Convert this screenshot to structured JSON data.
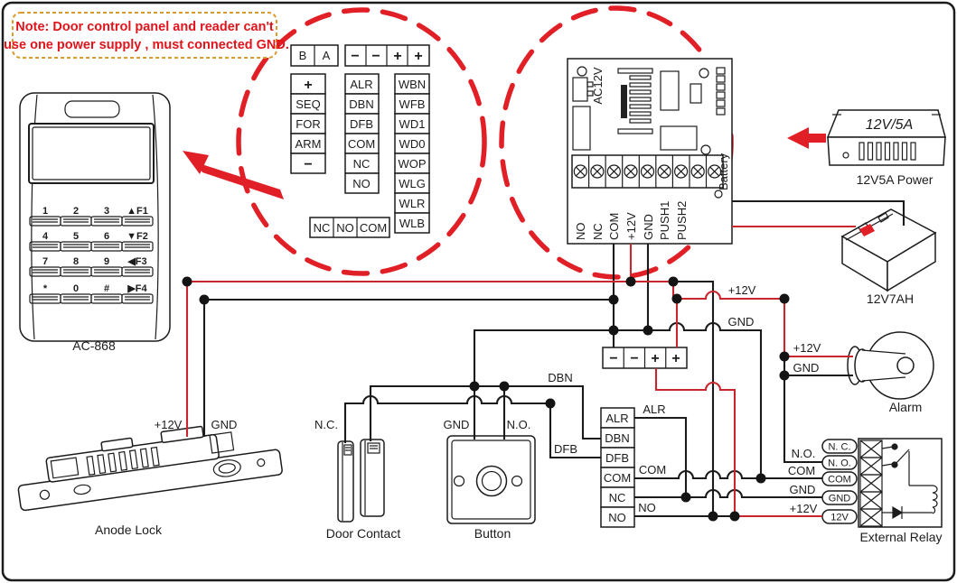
{
  "note": {
    "line1": "Note:  Door control panel and  reader can't",
    "line2": "use one power supply , must connected GND."
  },
  "reader": {
    "name": "AC-868",
    "keys": [
      [
        "1",
        "2",
        "3",
        "▲F1"
      ],
      [
        "4",
        "5",
        "6",
        "▼F2"
      ],
      [
        "7",
        "8",
        "9",
        "◀F3"
      ],
      [
        "*",
        "0",
        "#",
        "▶F4"
      ]
    ]
  },
  "reader_terminals": {
    "comm": [
      "B",
      "A"
    ],
    "power_top": [
      "−",
      "−",
      "+",
      "+"
    ],
    "col1": [
      "+",
      "SEQ",
      "FOR",
      "ARM",
      "−"
    ],
    "col2": [
      "ALR",
      "DBN",
      "DFB",
      "COM",
      "NC",
      "NO"
    ],
    "col3": [
      "WBN",
      "WFB",
      "WD1",
      "WD0",
      "WOP",
      "WLG",
      "WLR",
      "WLB"
    ],
    "bottom": [
      "NC",
      "NO",
      "COM"
    ]
  },
  "board": {
    "ac_label": "AC12V",
    "battery_label": "Battery",
    "terminals": [
      "NO",
      "NC",
      "COM",
      "+12V",
      "GND",
      "PUSH1",
      "PUSH2"
    ]
  },
  "power_supply": {
    "marking": "12V/5A",
    "label": "12V5A Power"
  },
  "battery": {
    "label": "12V7AH"
  },
  "alarm": {
    "label": "Alarm",
    "plus_label": "+12V",
    "gnd_label": "GND"
  },
  "relay": {
    "label": "External Relay",
    "pills": [
      "N. C.",
      "N. O.",
      "COM",
      "GND",
      "12V"
    ],
    "wire_labels": [
      "N.O.",
      "COM",
      "GND",
      "+12V"
    ]
  },
  "junction_block": {
    "cells": [
      "−",
      "−",
      "+",
      "+"
    ]
  },
  "io_block": {
    "cells": [
      "ALR",
      "DBN",
      "DFB",
      "COM",
      "NC",
      "NO"
    ]
  },
  "wire_labels": {
    "rail_12v": "+12V",
    "rail_gnd": "GND",
    "dbn": "DBN",
    "dfb": "DFB",
    "alr": "ALR",
    "com": "COM",
    "no": "NO"
  },
  "lock": {
    "label": "Anode Lock",
    "plus_label": "+12V",
    "gnd_label": "GND"
  },
  "door_contact": {
    "label": "Door Contact",
    "nc_label": "N.C."
  },
  "button": {
    "label": "Button",
    "gnd_label": "GND",
    "no_label": "N.O."
  },
  "colors": {
    "wire_red": "#c8252c",
    "annotation_red": "#e01f26",
    "wire_black": "#1a1a1a",
    "note_red": "#e0151c"
  }
}
